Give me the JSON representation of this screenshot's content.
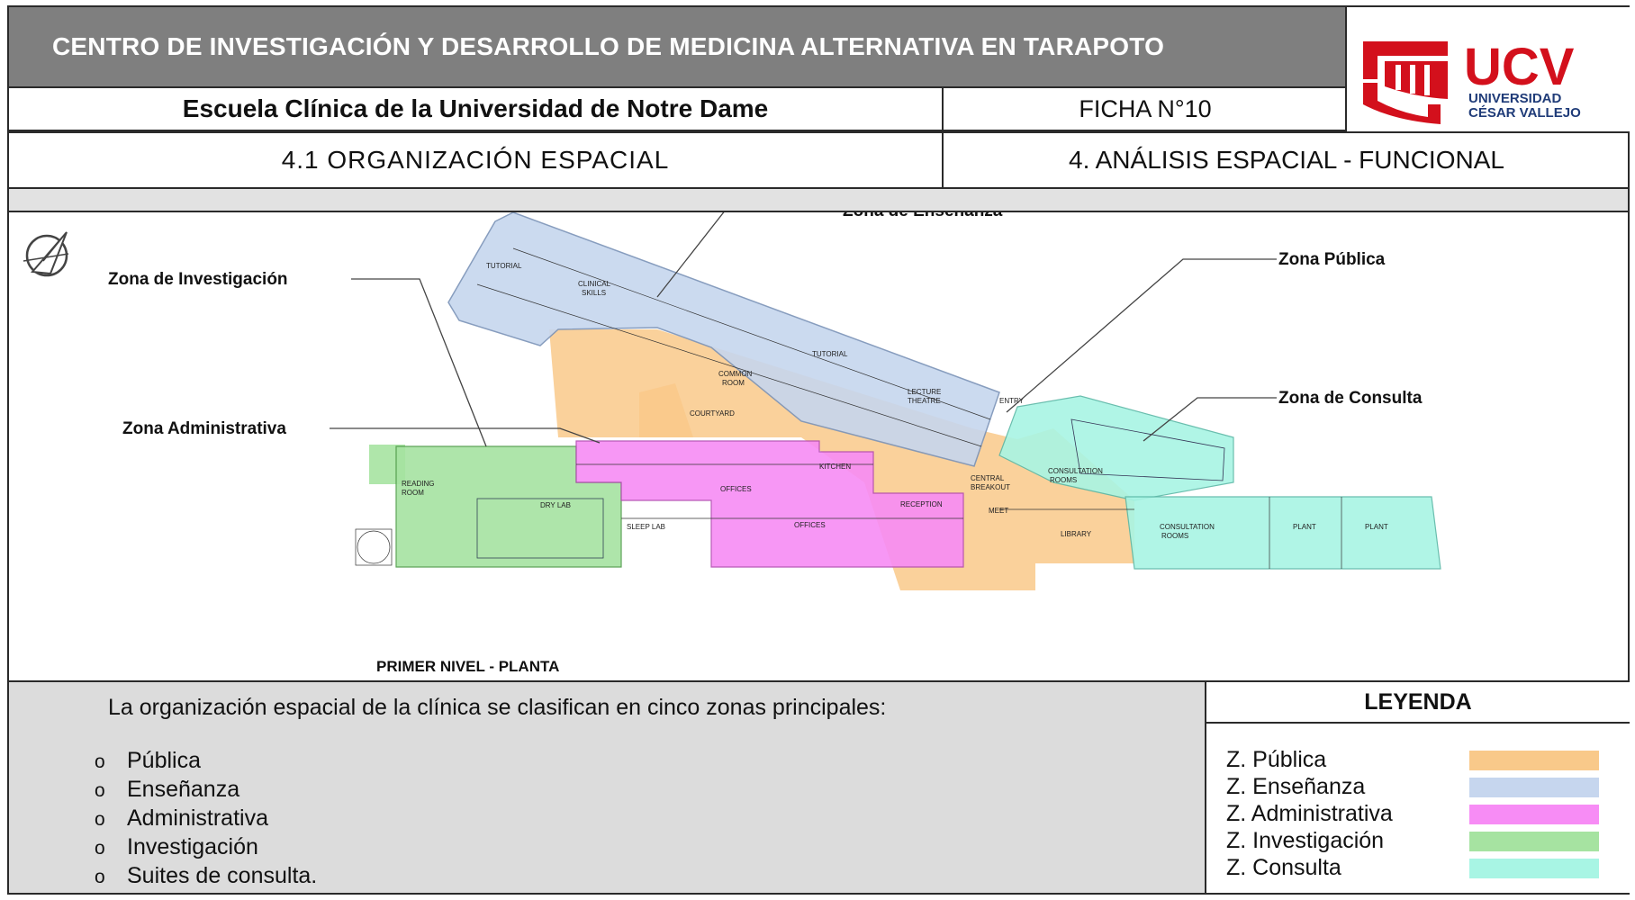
{
  "header": {
    "main_title": "CENTRO DE INVESTIGACIÓN Y DESARROLLO DE MEDICINA ALTERNATIVA EN TARAPOTO",
    "school": "Escuela Clínica de la Universidad de Notre Dame",
    "ficha": "FICHA N°10",
    "section": "4.1  ORGANIZACIÓN  ESPACIAL",
    "analysis": "4. ANÁLISIS ESPACIAL - FUNCIONAL"
  },
  "logo": {
    "acronym": "UCV",
    "line1": "UNIVERSIDAD",
    "line2": "CÉSAR VALLEJO",
    "color": "#d3101c"
  },
  "plan": {
    "caption": "PRIMER NIVEL - PLANTA",
    "callouts": {
      "ensenanza": "Zona de Enseñanza",
      "publica": "Zona Pública",
      "investigacion": "Zona de Investigación",
      "consulta": "Zona de Consulta",
      "administrativa": "Zona Administrativa"
    },
    "rooms": {
      "tutorial_1": "TUTORIAL",
      "clinical_skills_1": "CLINICAL",
      "clinical_skills_2": "SKILLS",
      "common_room_1": "COMMON",
      "common_room_2": "ROOM",
      "tutorial_2": "TUTORIAL",
      "lecture_1": "LECTURE",
      "lecture_2": "THEATRE",
      "entry": "ENTRY",
      "courtyard": "COURTYARD",
      "kitchen": "KITCHEN",
      "central_1": "CENTRAL",
      "central_2": "BREAKOUT",
      "consultation_1": "CONSULTATION",
      "consultation_2": "ROOMS",
      "reading_1": "READING",
      "reading_2": "ROOM",
      "dry_lab": "DRY LAB",
      "sleep_lab": "SLEEP LAB",
      "offices_1": "OFFICES",
      "offices_2": "OFFICES",
      "reception": "RECEPTION",
      "meet": "MEET",
      "library": "LIBRARY",
      "consultation_3": "CONSULTATION",
      "consultation_4": "ROOMS",
      "plant_1": "PLANT",
      "plant_2": "PLANT"
    }
  },
  "description": {
    "intro": "La organización espacial de la clínica se clasifican en cinco zonas principales:",
    "items": [
      "Pública",
      "Enseñanza",
      "Administrativa",
      "Investigación",
      "Suites de consulta."
    ]
  },
  "legend": {
    "title": "LEYENDA",
    "items": [
      {
        "label": "Z. Pública",
        "color": "#f9c98a"
      },
      {
        "label": "Z. Enseñanza",
        "color": "#c6d6ee"
      },
      {
        "label": "Z. Administrativa",
        "color": "#f78cf5"
      },
      {
        "label": "Z. Investigación",
        "color": "#a6e3a1"
      },
      {
        "label": "Z. Consulta",
        "color": "#a8f5e4"
      }
    ]
  }
}
